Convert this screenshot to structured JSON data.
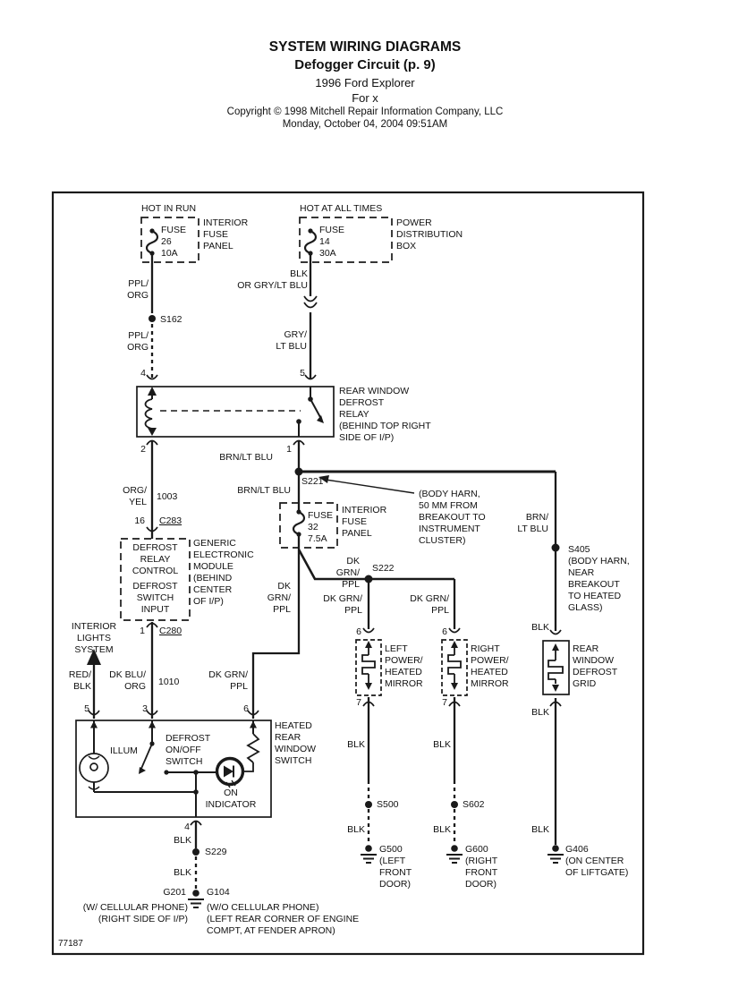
{
  "colors": {
    "ink": "#1a1a1a",
    "paper": "#ffffff"
  },
  "header": {
    "title": "SYSTEM WIRING DIAGRAMS",
    "subtitle": "Defogger Circuit (p. 9)",
    "vehicle": "1996 Ford Explorer",
    "variant": "For x",
    "copyright": "Copyright © 1998 Mitchell Repair Information Company, LLC",
    "printed": "Monday, October 04, 2004  09:51AM"
  },
  "diagram": {
    "sheet": "77187",
    "fuse26": {
      "hot": "HOT IN RUN",
      "box": "INTERIOR\nFUSE\nPANEL",
      "fuse": "FUSE\n26\n10A",
      "wire1": "PPL/\nORG",
      "splice": "S162",
      "wire2": "PPL/\nORG",
      "pin": "4"
    },
    "fuse14": {
      "hot": "HOT AT ALL TIMES",
      "box": "POWER\nDISTRIBUTION\nBOX",
      "fuse": "FUSE\n14\n30A",
      "wire1": "BLK\nOR GRY/LT BLU",
      "wire2": "GRY/\nLT BLU",
      "pin": "5"
    },
    "relay": {
      "label": "REAR WINDOW\nDEFROST\nRELAY\n(BEHIND TOP RIGHT\nSIDE OF I/P)",
      "pin2": "2",
      "pin1": "1"
    },
    "coil": {
      "wire": "ORG/\nYEL",
      "circuit": "1003",
      "pin": "16",
      "conn": "C283"
    },
    "gem": {
      "top": "DEFROST\nRELAY\nCONTROL",
      "bottom": "DEFROST\nSWITCH\nINPUT",
      "label": "GENERIC\nELECTRONIC\nMODULE\n(BEHIND\nCENTER\nOF I/P)",
      "pin": "1",
      "conn": "C280"
    },
    "s221": {
      "wire1": "BRN/LT BLU",
      "name": "S221",
      "wire2": "BRN/LT BLU",
      "note": "(BODY HARN,\n50 MM FROM\nBREAKOUT TO\nINSTRUMENT\nCLUSTER)"
    },
    "fuse32": {
      "box": "INTERIOR\nFUSE\nPANEL",
      "fuse": "FUSE\n32\n7.5A"
    },
    "s222": {
      "name": "S222",
      "wire_feed": "DK GRN/\nPPL",
      "wire_main": "DK GRN/\nPPL",
      "wire_switch": "DK GRN/\nPPL"
    },
    "s405": {
      "wire": "BRN/\nLT BLU",
      "label": "S405\n(BODY HARN,\nNEAR\nBREAKOUT\nTO HEATED\nGLASS)"
    },
    "lights": {
      "label": "INTERIOR\nLIGHTS\nSYSTEM",
      "wire": "RED/\nBLK"
    },
    "gemFeed": {
      "wire": "DK BLU/\nORG",
      "circuit": "1010"
    },
    "sw": {
      "pin5": "5",
      "pin3": "3",
      "pin6": "6",
      "pin4": "4",
      "label": "HEATED\nREAR\nWINDOW\nSWITCH",
      "illum": "ILLUM",
      "onoff": "DEFROST\nON/OFF\nSWITCH",
      "indicator": "ON\nINDICATOR"
    },
    "swGnd": {
      "wire1": "BLK",
      "splice": "S229",
      "wire2": "BLK",
      "g1": "G201",
      "g2": "G104",
      "note1": "(W/ CELLULAR PHONE)\n(RIGHT SIDE OF I/P)",
      "note2": "(W/O CELLULAR PHONE)\n(LEFT REAR CORNER OF ENGINE\nCOMPT, AT FENDER APRON)"
    },
    "lm": {
      "wire_top": "DK GRN/\nPPL",
      "pin_top": "6",
      "label": "LEFT\nPOWER/\nHEATED\nMIRROR",
      "pin_bot": "7",
      "wire1": "BLK",
      "splice": "S500",
      "wire2": "BLK",
      "ground": "G500\n(LEFT\nFRONT\nDOOR)"
    },
    "rm": {
      "wire_top": "DK GRN/\nPPL",
      "pin_top": "6",
      "label": "RIGHT\nPOWER/\nHEATED\nMIRROR",
      "pin_bot": "7",
      "wire1": "BLK",
      "splice": "S602",
      "wire2": "BLK",
      "ground": "G600\n(RIGHT\nFRONT\nDOOR)"
    },
    "grid": {
      "wire1": "BLK",
      "label": "REAR\nWINDOW\nDEFROST\nGRID",
      "wire2": "BLK",
      "wire3": "BLK",
      "ground": "G406\n(ON CENTER\nOF LIFTGATE)"
    }
  }
}
